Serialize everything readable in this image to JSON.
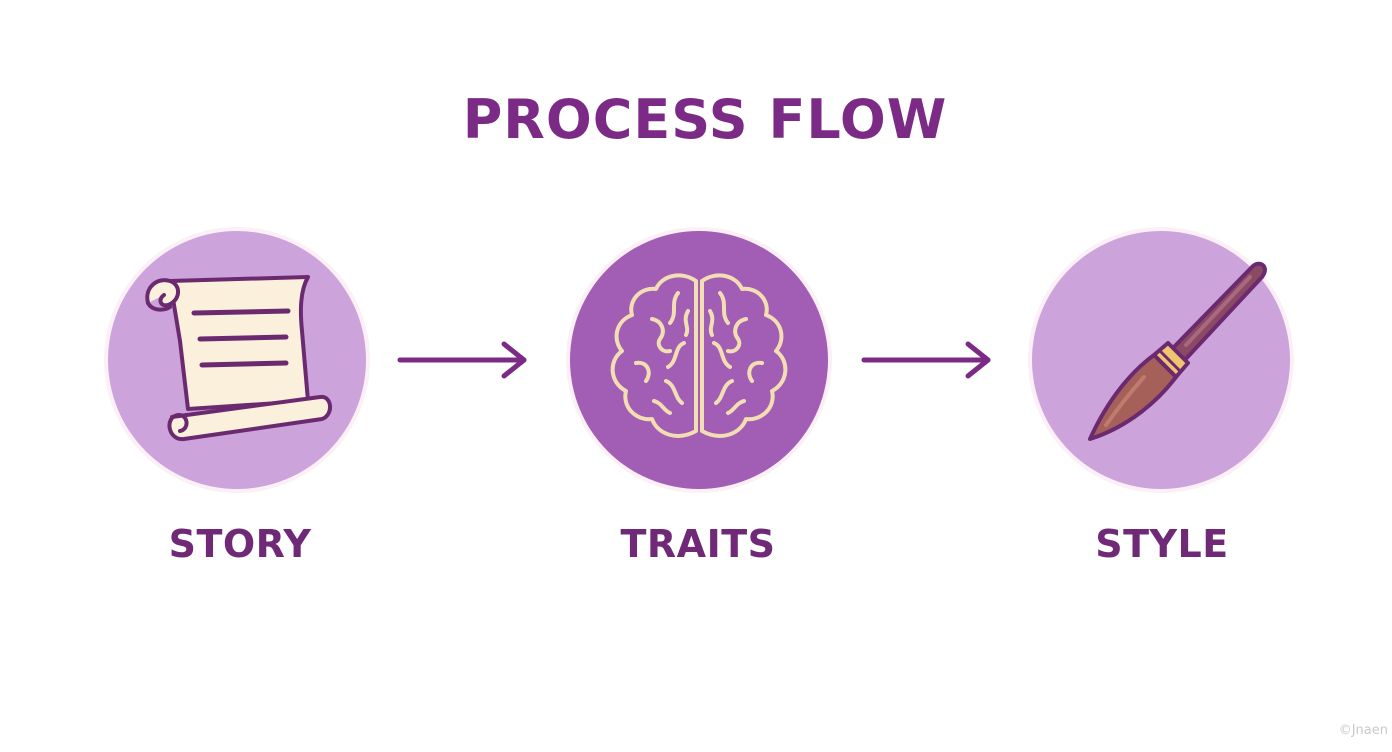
{
  "title": "PROCESS FLOW",
  "steps": [
    {
      "label": "STORY",
      "icon": "scroll-icon",
      "circle_color": "#cda3dc"
    },
    {
      "label": "TRAITS",
      "icon": "brain-icon",
      "circle_color": "#a25db4"
    },
    {
      "label": "STYLE",
      "icon": "paintbrush-icon",
      "circle_color": "#cda3dc"
    }
  ],
  "watermark": "©Jnaen",
  "colors": {
    "accent": "#7b2a86",
    "icon_outline": "#6b2a70",
    "parchment": "#fbf0db",
    "brain_outline": "#f1deb2",
    "brush_handle": "#8a4a63",
    "brush_ferrule": "#f0c56e"
  }
}
